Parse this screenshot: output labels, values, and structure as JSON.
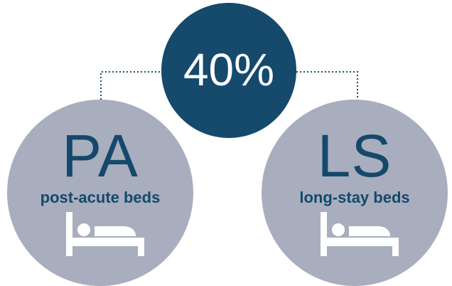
{
  "center": {
    "value": "40%"
  },
  "left": {
    "code": "PA",
    "label": "post-acute beds",
    "icon": "bed-icon"
  },
  "right": {
    "code": "LS",
    "label": "long-stay beds",
    "icon": "bed-icon"
  },
  "colors": {
    "center_fill": "#164a6d",
    "side_fill": "#a9aebe",
    "text": "#15496b",
    "icon": "#ffffff",
    "connector": "#1e4e6e"
  }
}
